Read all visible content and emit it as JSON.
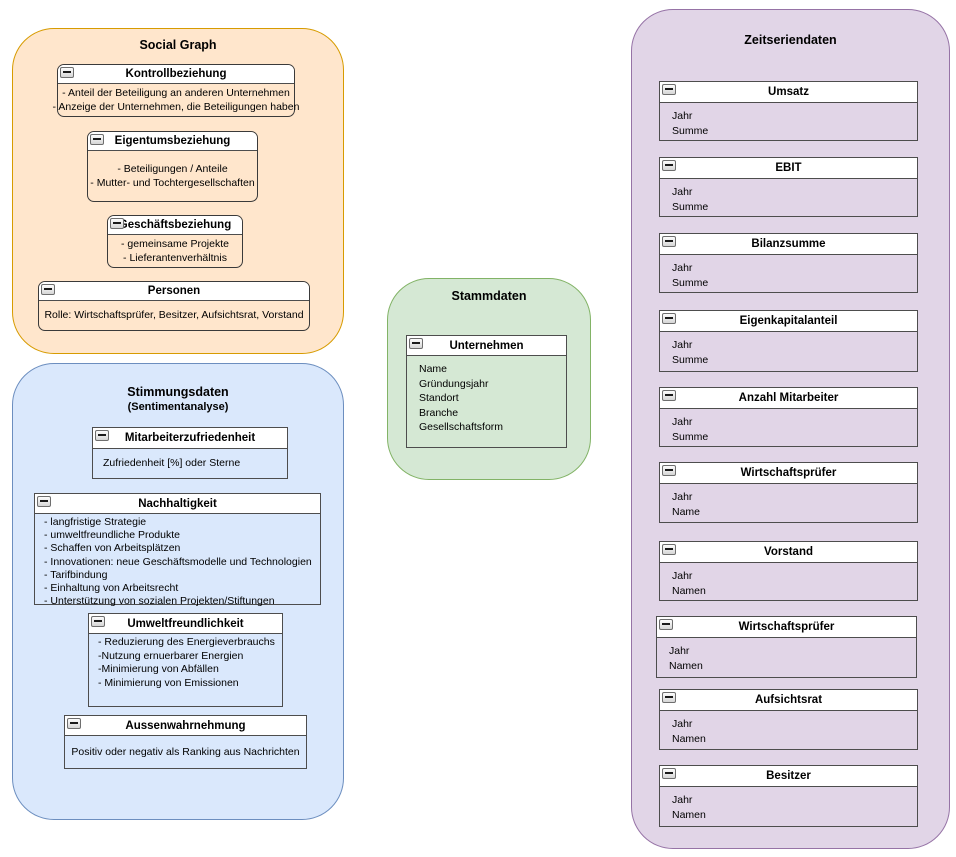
{
  "canvas": {
    "background": "#ffffff"
  },
  "icons": {
    "collapse": "minus-square"
  },
  "groups": {
    "social_graph": {
      "title": "Social Graph",
      "fill": "#FFE6CC",
      "stroke": "#D79B00",
      "entities": [
        {
          "title": "Kontrollbeziehung",
          "lines": [
            "- Anteil der Beteiligung an anderen Unternehmen",
            "- Anzeige der Unternehmen, die Beteiligungen haben"
          ]
        },
        {
          "title": "Eigentumsbeziehung",
          "lines": [
            "- Beteiligungen / Anteile",
            "- Mutter- und Tochtergesellschaften"
          ]
        },
        {
          "title": "Geschäftsbeziehung",
          "lines": [
            "- gemeinsame Projekte",
            "- Lieferantenverhältnis"
          ]
        },
        {
          "title": "Personen",
          "lines": [
            "Rolle: Wirtschaftsprüfer, Besitzer, Aufsichtsrat, Vorstand"
          ]
        }
      ]
    },
    "stimmungsdaten": {
      "title": "Stimmungsdaten",
      "subtitle": "(Sentimentanalyse)",
      "fill": "#DAE8FC",
      "stroke": "#6C8EBF",
      "entities": [
        {
          "title": "Mitarbeiterzufriedenheit",
          "lines": [
            "Zufriedenheit [%] oder Sterne"
          ]
        },
        {
          "title": "Nachhaltigkeit",
          "lines": [
            "- langfristige Strategie",
            "- umweltfreundliche Produkte",
            "- Schaffen von Arbeitsplätzen",
            "- Innovationen: neue Geschäftsmodelle und Technologien",
            "- Tarifbindung",
            "- Einhaltung von Arbeitsrecht",
            "- Unterstützung von sozialen Projekten/Stiftungen"
          ]
        },
        {
          "title": "Umweltfreundlichkeit",
          "lines": [
            "- Reduzierung des Energieverbrauchs",
            "-Nutzung ernuerbarer Energien",
            "-Minimierung von Abfällen",
            "- Minimierung von Emissionen"
          ]
        },
        {
          "title": "Aussenwahrnehmung",
          "lines": [
            "Positiv oder negativ als Ranking aus Nachrichten"
          ]
        }
      ]
    },
    "stammdaten": {
      "title": "Stammdaten",
      "fill": "#D5E8D4",
      "stroke": "#82B366",
      "entities": [
        {
          "title": "Unternehmen",
          "lines": [
            "Name",
            "Gründungsjahr",
            "Standort",
            "Branche",
            "Gesellschaftsform"
          ]
        }
      ]
    },
    "zeitseriendaten": {
      "title": "Zeitseriendaten",
      "fill": "#E1D5E7",
      "stroke": "#9673A6",
      "entities": [
        {
          "title": "Umsatz",
          "lines": [
            "Jahr",
            "Summe"
          ]
        },
        {
          "title": "EBIT",
          "lines": [
            "Jahr",
            "Summe"
          ]
        },
        {
          "title": "Bilanzsumme",
          "lines": [
            "Jahr",
            "Summe"
          ]
        },
        {
          "title": "Eigenkapitalanteil",
          "lines": [
            "Jahr",
            "Summe"
          ]
        },
        {
          "title": "Anzahl Mitarbeiter",
          "lines": [
            "Jahr",
            "Summe"
          ]
        },
        {
          "title": "Wirtschaftsprüfer",
          "lines": [
            "Jahr",
            "Name"
          ]
        },
        {
          "title": "Vorstand",
          "lines": [
            "Jahr",
            "Namen"
          ]
        },
        {
          "title": "Wirtschaftsprüfer",
          "lines": [
            "Jahr",
            "Namen"
          ]
        },
        {
          "title": "Aufsichtsrat",
          "lines": [
            "Jahr",
            "Namen"
          ]
        },
        {
          "title": "Besitzer",
          "lines": [
            "Jahr",
            "Namen"
          ]
        }
      ]
    }
  }
}
